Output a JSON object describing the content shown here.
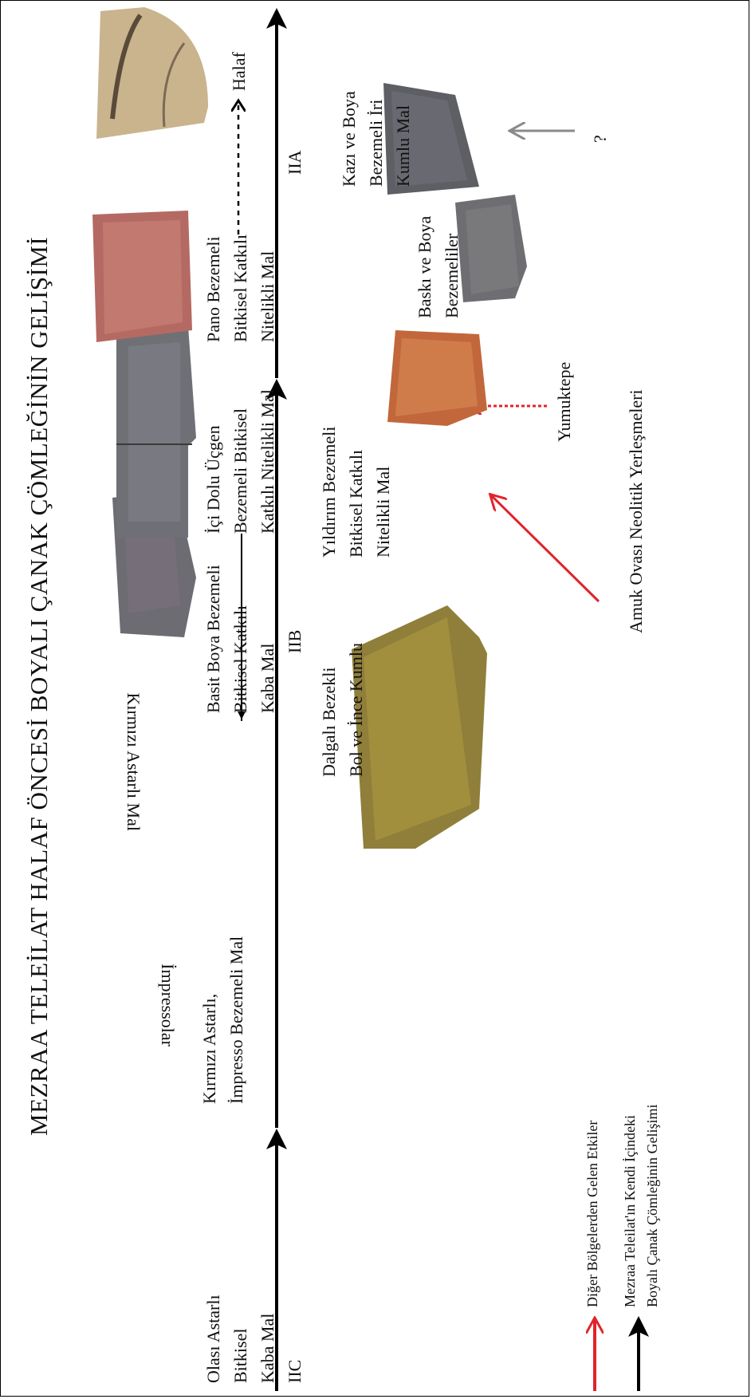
{
  "diagram": {
    "title": "MEZRAA TELEİLAT HALAF ÖNCESİ BOYALI ÇANAK ÇÖMLEĞİNİN GELİŞİMİ",
    "phases": [
      "IIC",
      "IIB",
      "IIA"
    ],
    "stages": [
      {
        "id": "olasi",
        "label": "Olası Astarlı\nBitkisel\nKaba Mal"
      },
      {
        "id": "kirmizi-impresso",
        "label": "Kırmızı Astarlı,\nİmpresso Bezemeli Mal"
      },
      {
        "id": "basit-boya",
        "label": "Basit Boya Bezemeli\nBitkisel Katkılı\nKaba Mal"
      },
      {
        "id": "ici-dolu",
        "label": "İçi Dolu Üçgen\nBezemeli Bitkisel\nKatkılı Nitelikli Mal"
      },
      {
        "id": "pano",
        "label": "Pano Bezemeli\nBitkisel Katkılı\nNitelikli Mal"
      }
    ],
    "side_labels": {
      "impressolar": "İmpressolar",
      "kirmizi_astarli": "Kırmızı Astarlı Mal"
    },
    "halaf": "Halaf",
    "external": {
      "dalgali": "Dalgalı Bezekli\nBol ve İnce Kumlu",
      "yildirim": "Yıldırım Bezemeli\nBitkisel Katkılı\nNitelikli Mal",
      "yumuktepe": "Yumuktepe",
      "baski": "Baskı ve Boya\nBezemeliler",
      "kazi": "Kazı ve Boya\nBezemeli İri\nKumlu Mal",
      "question": "?",
      "amuk": "Amuk Ovası Neolitik Yerleşmeleri"
    },
    "legend": {
      "red": "Diğer Bölgelerden Gelen Etkiler",
      "black": "Mezraa Teleilat'ın Kendi İçindeki\nBoyalı Çanak Çömleğinin Gelişimi"
    },
    "colors": {
      "red_arrow": "#e0242b",
      "black_arrow": "#000000",
      "gray_arrow": "#8a8a8a"
    },
    "sherd_images": [
      "olive-brown sherd (Dalgalı Bezekli)",
      "dark gray sherd (Basit Boya Bezemeli)",
      "large gray rim sherd (İçi Dolu Üçgen)",
      "reddish orange sherd (Yıldırım Bezemeli)",
      "reddish-pink sherd (Pano Bezemeli)",
      "gray sherd (Baskı ve Boya)",
      "dark gray sherd (Kazı ve Boya)",
      "buff curved sherd (Halaf)"
    ]
  }
}
